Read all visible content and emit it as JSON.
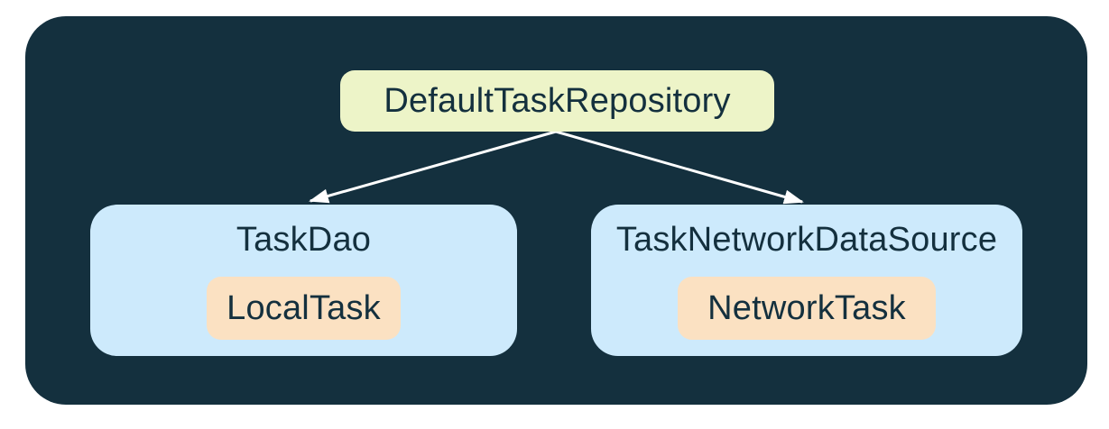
{
  "colors": {
    "page_bg": "#ffffff",
    "panel_bg": "#14303e",
    "repository_fill": "#edf4c8",
    "datasource_fill": "#cdeafc",
    "model_fill": "#fbe1c2",
    "label_text": "#14303e",
    "arrow": "#ffffff"
  },
  "diagram": {
    "type": "architecture-tree",
    "repository": {
      "label": "DefaultTaskRepository"
    },
    "data_sources": [
      {
        "label": "TaskDao",
        "model": {
          "label": "LocalTask"
        }
      },
      {
        "label": "TaskNetworkDataSource",
        "model": {
          "label": "NetworkTask"
        }
      }
    ],
    "edges": [
      {
        "from": "DefaultTaskRepository",
        "to": "TaskDao"
      },
      {
        "from": "DefaultTaskRepository",
        "to": "TaskNetworkDataSource"
      }
    ]
  }
}
